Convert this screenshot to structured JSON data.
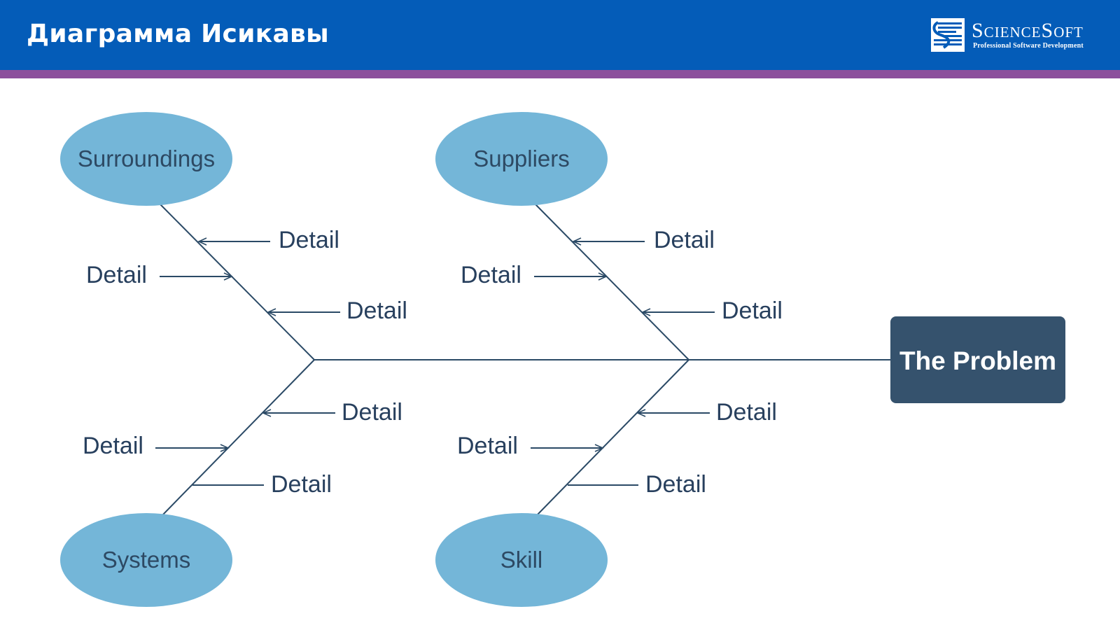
{
  "header": {
    "title": "Диаграмма Исикавы",
    "logo": {
      "name": "ScienceSoft",
      "tagline": "Professional Software Development"
    }
  },
  "colors": {
    "header_bg": "#045cb8",
    "stripe": "#8c4f9c",
    "category_fill": "#74b6d8",
    "problem_fill": "#35526d",
    "line": "#2b4a66"
  },
  "diagram": {
    "problem": "The Problem",
    "categories": {
      "surroundings": "Surroundings",
      "suppliers": "Suppliers",
      "systems": "Systems",
      "skill": "Skill"
    },
    "details": {
      "surroundings": [
        "Detail",
        "Detail",
        "Detail"
      ],
      "suppliers": [
        "Detail",
        "Detail",
        "Detail"
      ],
      "systems": [
        "Detail",
        "Detail",
        "Detail"
      ],
      "skill": [
        "Detail",
        "Detail",
        "Detail"
      ]
    }
  }
}
